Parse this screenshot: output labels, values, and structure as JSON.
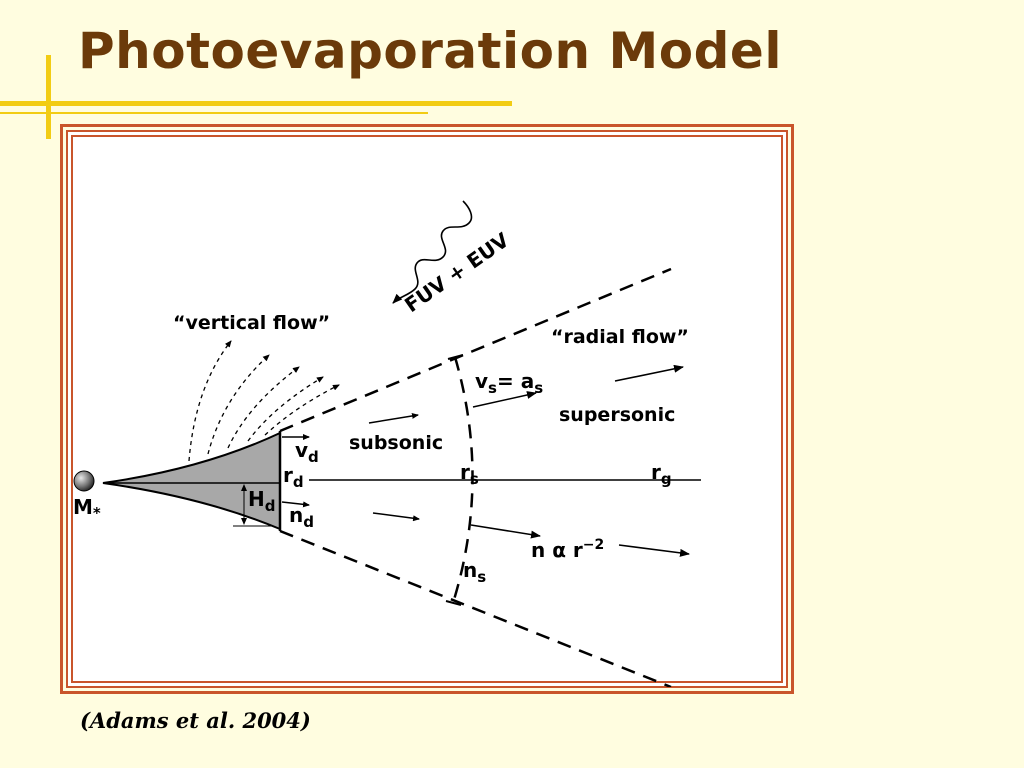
{
  "slide": {
    "title": "Photoevaporation Model",
    "citation": "(Adams et al. 2004)"
  },
  "diagram": {
    "labels": {
      "fuv_euv": "FUV + EUV",
      "vertical_flow": "“vertical flow”",
      "radial_flow": "“radial flow”",
      "subsonic": "subsonic",
      "supersonic": "supersonic",
      "star": "M",
      "star_sub": "*",
      "vd": "v",
      "vd_sub": "d",
      "rd": "r",
      "rd_sub": "d",
      "nd": "n",
      "nd_sub": "d",
      "Hd": "H",
      "Hd_sub": "d",
      "rs": "r",
      "rs_sub": "s",
      "rg": "r",
      "rg_sub": "g",
      "ns": "n",
      "ns_sub": "s",
      "vs_eq_left": "v",
      "vs_eq_left_sub": "s",
      "vs_eq_right": "= a",
      "vs_eq_right_sub": "s",
      "density_law": "n α r",
      "density_law_exp": "−2"
    }
  },
  "colors": {
    "title": "#6b3a0a",
    "accent_bar": "#f2cc14",
    "frame": "#c9552b",
    "background": "#fffde0"
  }
}
